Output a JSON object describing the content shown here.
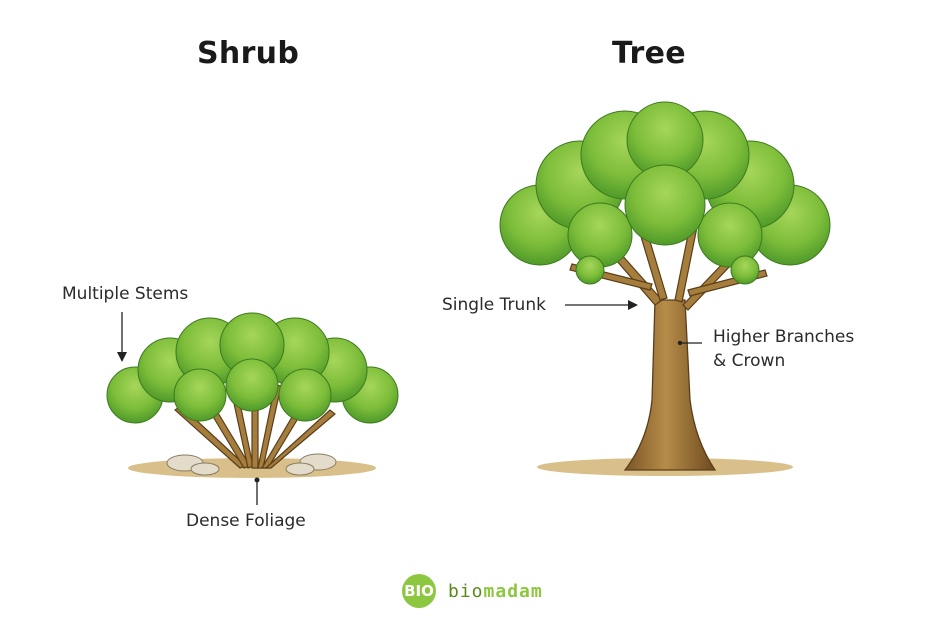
{
  "diagram": {
    "left_panel": {
      "title": "Shrub",
      "labels": {
        "multiple_stems": "Multiple Stems",
        "dense_foliage": "Dense Foliage"
      }
    },
    "right_panel": {
      "title": "Tree",
      "labels": {
        "single_trunk": "Single Trunk",
        "higher_branches_line1": "Higher Branches",
        "higher_branches_line2": "& Crown"
      }
    },
    "colors": {
      "foliage_light": "#8cc63e",
      "foliage_dark": "#4f9a2a",
      "trunk": "#a57d3c",
      "trunk_outline": "#5a3e1a",
      "ground": "#d9c08a",
      "rock": "#e4dccb",
      "text": "#1f1f1f"
    }
  },
  "footer": {
    "logo_badge": "BIO",
    "brand_part1": "bio",
    "brand_part2": "madam",
    "brand_color": "#8dc63f"
  }
}
